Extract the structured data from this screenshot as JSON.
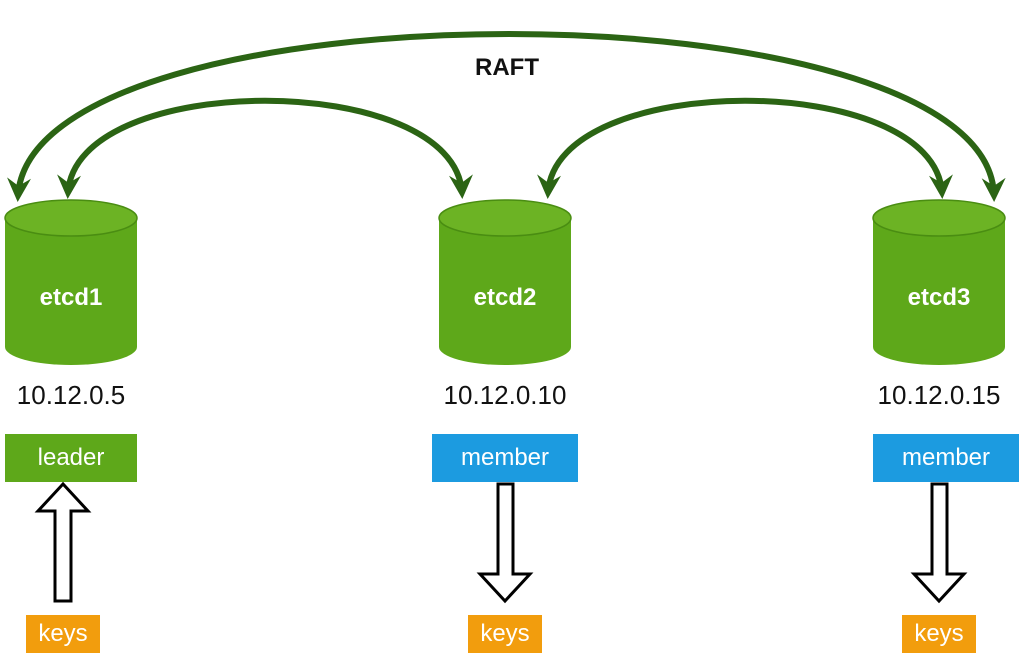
{
  "title": "RAFT",
  "colors": {
    "node": "#5ea81a",
    "node_dark": "#4a8d12",
    "arrow": "#2b6414",
    "leader": "#5ea81a",
    "member": "#1c9be0",
    "keys": "#f29d0d"
  },
  "nodes": [
    {
      "name": "etcd1",
      "ip": "10.12.0.5",
      "role": "leader",
      "key_flow": "keys-to-node",
      "keys_label": "keys"
    },
    {
      "name": "etcd2",
      "ip": "10.12.0.10",
      "role": "member",
      "key_flow": "node-to-keys",
      "keys_label": "keys"
    },
    {
      "name": "etcd3",
      "ip": "10.12.0.15",
      "role": "member",
      "key_flow": "node-to-keys",
      "keys_label": "keys"
    }
  ]
}
